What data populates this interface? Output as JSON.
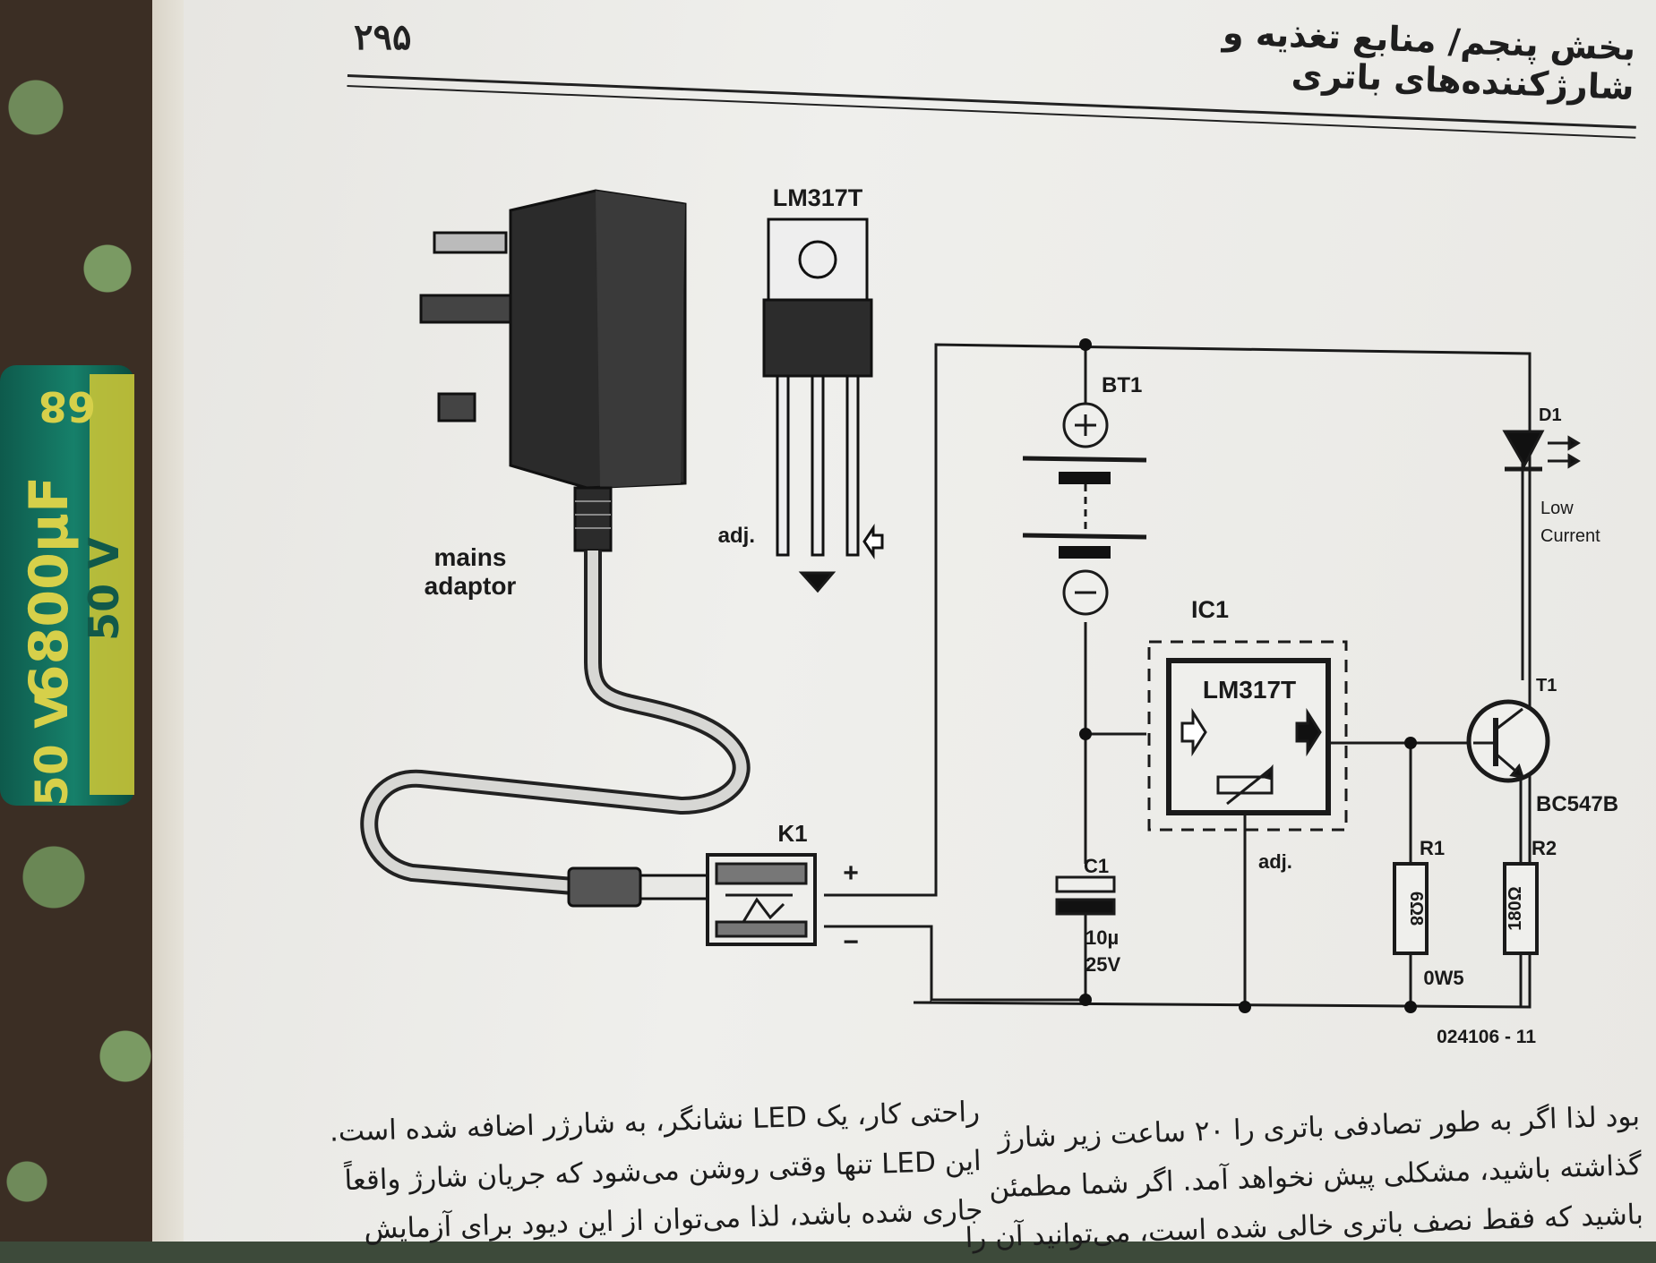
{
  "header": {
    "page_number": "۲۹۵",
    "running_head": "بخش پنجم/ منابع تغذیه و شارژکننده‌های باتری"
  },
  "capacitor": {
    "value": "6800µF",
    "voltage": "50 V",
    "partial_value": "68"
  },
  "figure": {
    "adaptor_label_line1": "mains",
    "adaptor_label_line2": "adaptor",
    "package_label": "LM317T",
    "package_pin_label": "adj.",
    "battery_label": "BT1",
    "battery_plus": "+",
    "battery_minus": "−",
    "ic_ref": "IC1",
    "ic_label": "LM317T",
    "ic_adj_label": "adj.",
    "connector_ref": "K1",
    "connector_plus": "+",
    "connector_minus": "−",
    "cap_ref": "C1",
    "cap_value_line1": "10µ",
    "cap_value_line2": "25V",
    "diode_ref": "D1",
    "diode_note_line1": "Low",
    "diode_note_line2": "Current",
    "transistor_ref": "T1",
    "transistor_type": "BC547B",
    "r1_ref": "R1",
    "r1_value": "6Ω8",
    "r1_power": "0W5",
    "r2_ref": "R2",
    "r2_value": "180Ω",
    "figure_code": "024106 - 11"
  },
  "body_text": {
    "right_col": [
      "بود لذا اگر به طور تصادفی باتری را ۲۰ ساعت زیر شارژ",
      "گذاشته باشید، مشکلی پیش نخواهد آمد. اگر شما مطمئن",
      "باشید که فقط نصف باتری خالی شده است، می‌توانید آن را"
    ],
    "left_col": [
      "راحتی کار، یک LED نشانگر، به شارژر اضافه شده است.",
      "این LED تنها وقتی روشن می‌شود که جریان شارژ واقعاً",
      "جاری شده باشد، لذا می‌توان از این دیود برای آزمایش"
    ]
  }
}
